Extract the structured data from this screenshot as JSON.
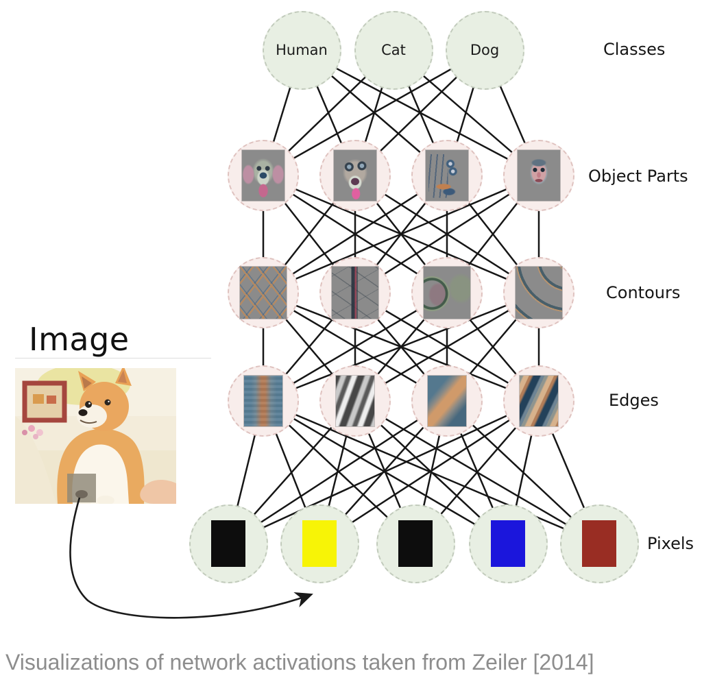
{
  "diagram": {
    "input_label": "Image",
    "caption": "Visualizations of network activations taken from Zeiler [2014]",
    "layers": [
      {
        "name": "classes",
        "label": "Classes",
        "node_style": "green",
        "nodes": [
          {
            "name": "human",
            "label": "Human"
          },
          {
            "name": "cat",
            "label": "Cat"
          },
          {
            "name": "dog",
            "label": "Dog"
          }
        ]
      },
      {
        "name": "object-parts",
        "label": "Object Parts",
        "node_style": "pink",
        "nodes": [
          {
            "name": "dog-face-1",
            "viz": "viz-dogface1"
          },
          {
            "name": "dog-face-2",
            "viz": "viz-dogface2"
          },
          {
            "name": "abstract-pattern",
            "viz": "viz-abstract8"
          },
          {
            "name": "human-face",
            "viz": "viz-humanface"
          }
        ]
      },
      {
        "name": "contours",
        "label": "Contours",
        "node_style": "pink",
        "nodes": [
          {
            "name": "diamond-lattice",
            "viz": "viz-lattice"
          },
          {
            "name": "vertical-line",
            "viz": "viz-vline"
          },
          {
            "name": "curved-arc",
            "viz": "viz-arc"
          },
          {
            "name": "wave-curves",
            "viz": "viz-waves"
          }
        ]
      },
      {
        "name": "edges",
        "label": "Edges",
        "node_style": "pink",
        "nodes": [
          {
            "name": "vertical-blue-orange-edge",
            "viz": "viz-edge1"
          },
          {
            "name": "diagonal-gray-edge",
            "viz": "viz-edge2"
          },
          {
            "name": "diagonal-orange-edge",
            "viz": "viz-edge3"
          },
          {
            "name": "diagonal-blue-orange-edge",
            "viz": "viz-edge4"
          }
        ]
      },
      {
        "name": "pixels",
        "label": "Pixels",
        "node_style": "green",
        "nodes": [
          {
            "name": "pixel-black-1",
            "color": "#0d0d0d"
          },
          {
            "name": "pixel-yellow",
            "color": "#f7f406"
          },
          {
            "name": "pixel-black-2",
            "color": "#0d0d0d"
          },
          {
            "name": "pixel-blue",
            "color": "#1b16dc"
          },
          {
            "name": "pixel-dark-red",
            "color": "#992d23"
          }
        ]
      }
    ],
    "colors": {
      "green_fill": "#e8efe3",
      "green_border": "#c2cbbc",
      "pink_fill": "#f8edeb",
      "pink_border": "#dfc2bf",
      "line": "#161616",
      "caption_text": "#8d8d8d",
      "patch_bg": "#8b8b8b"
    }
  }
}
